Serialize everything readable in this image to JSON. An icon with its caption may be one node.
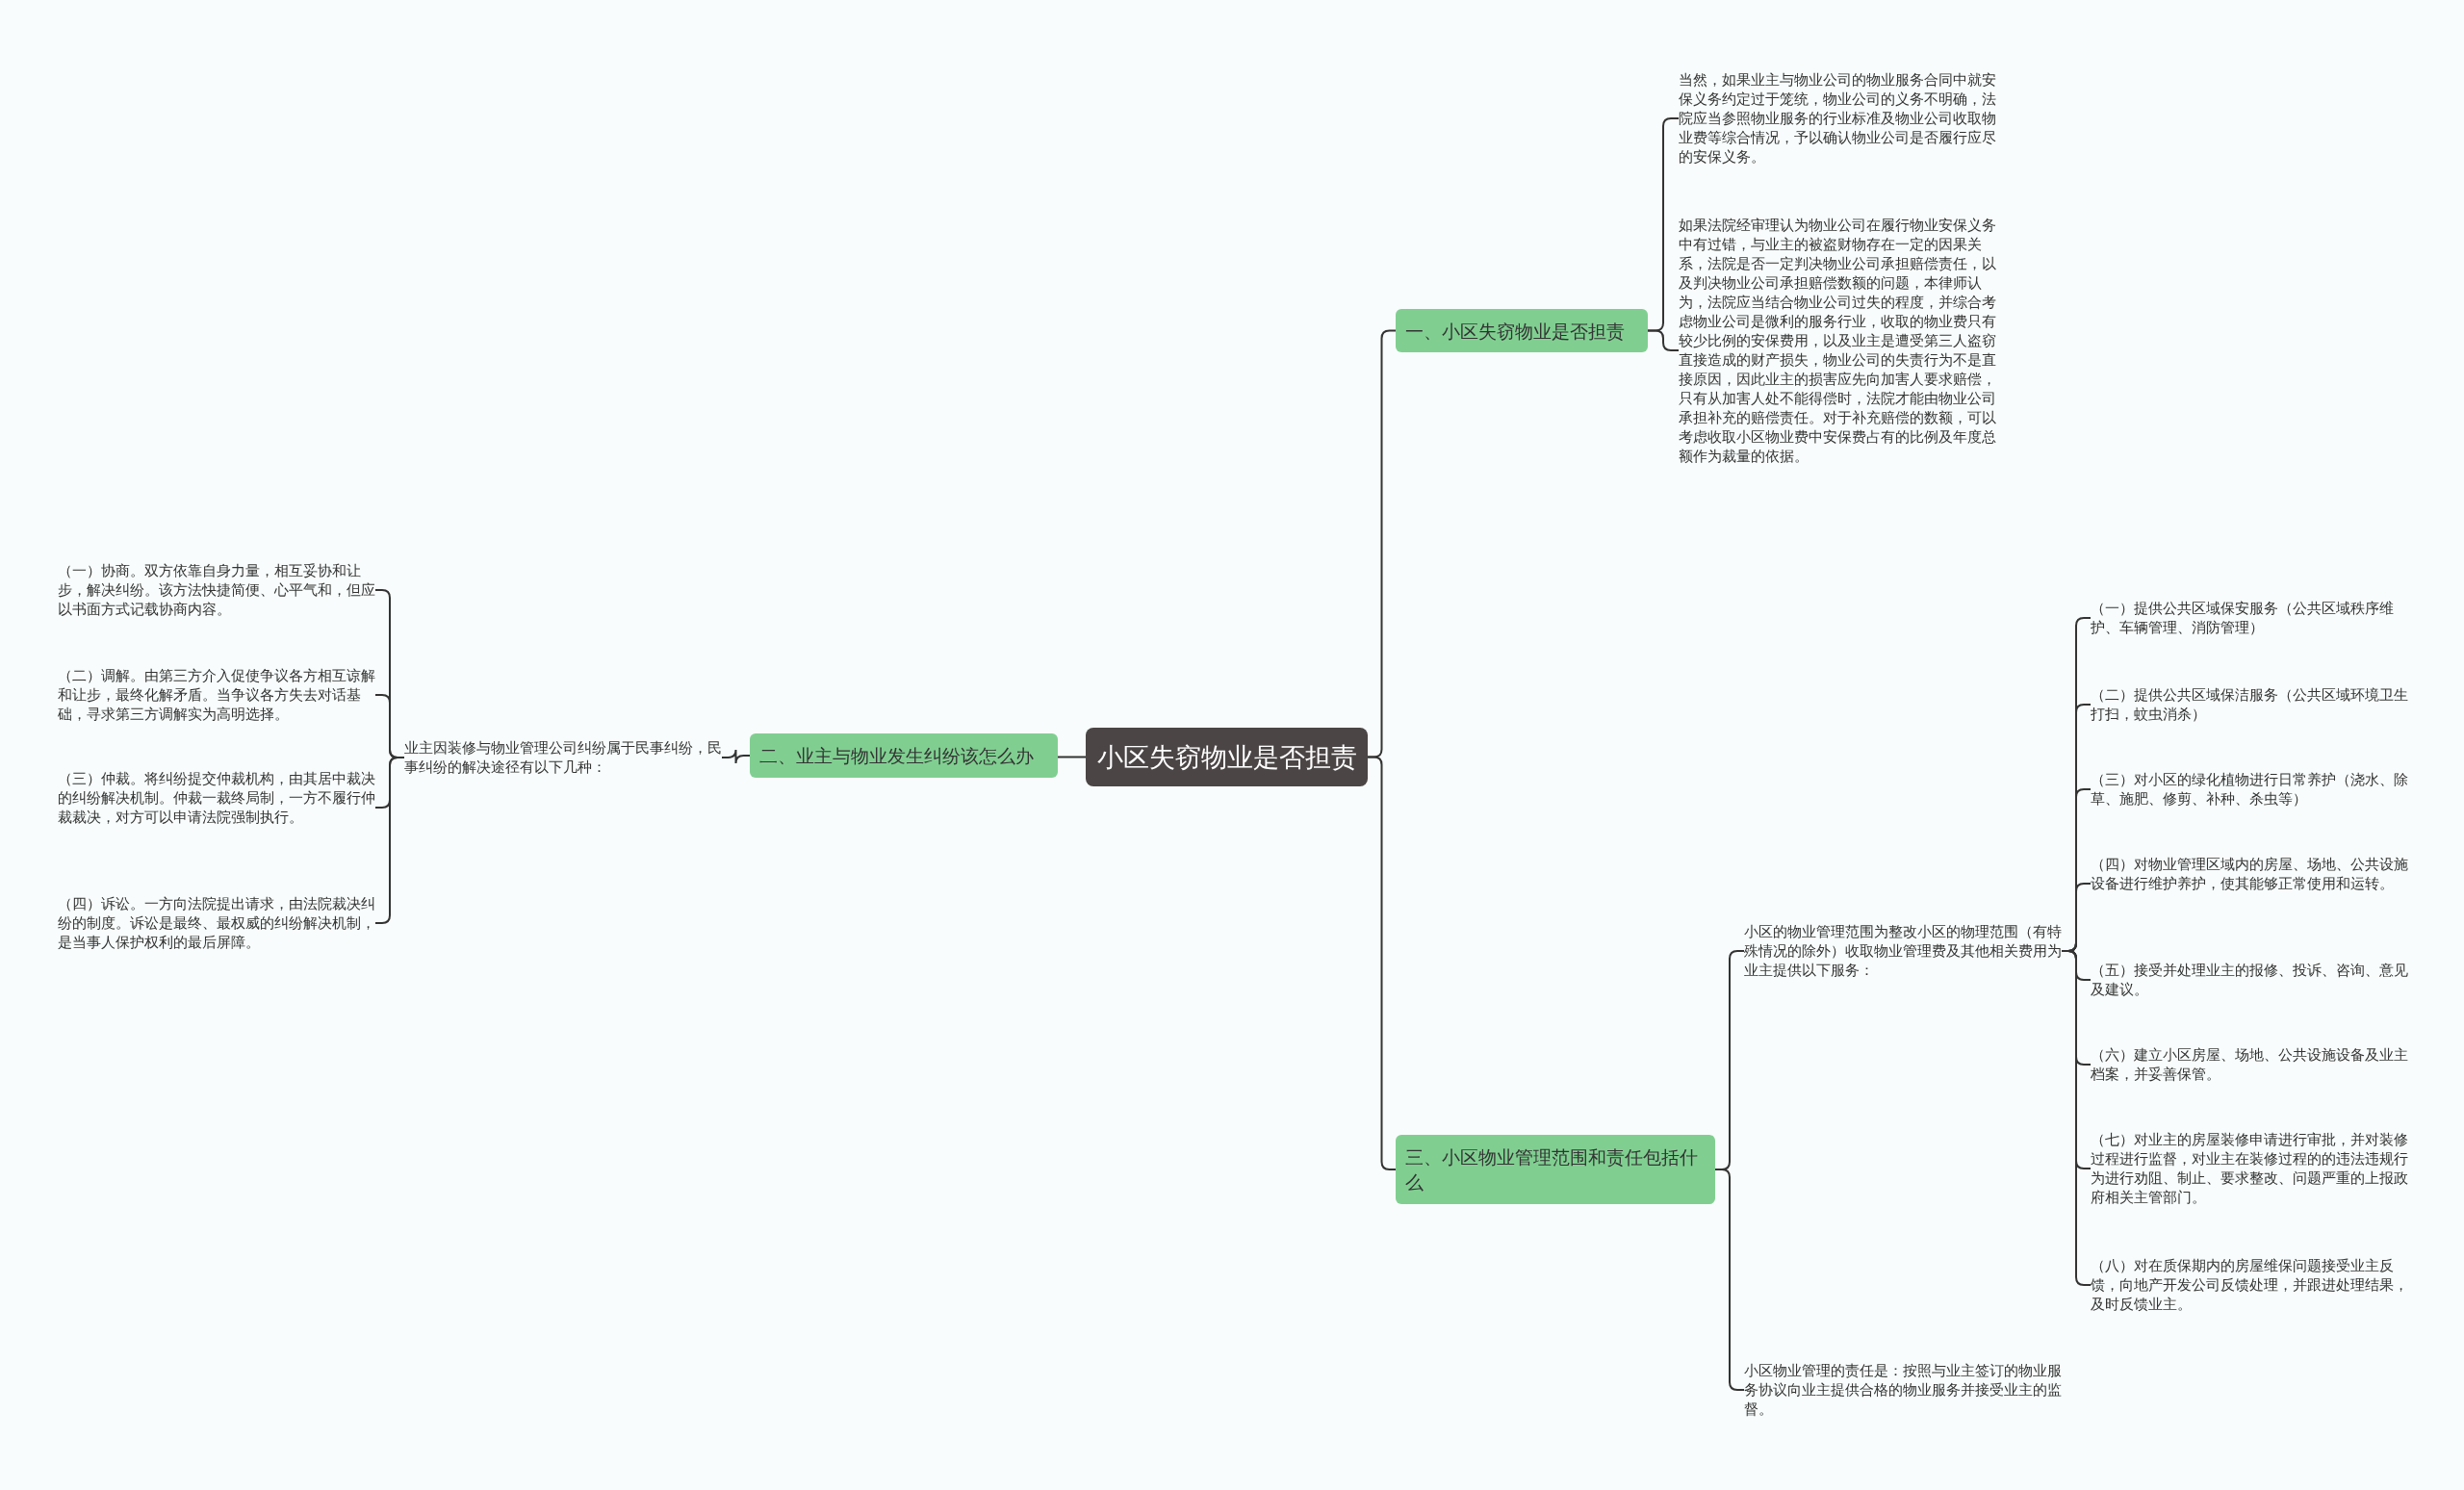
{
  "diagram": {
    "nodes": [
      {
        "text": [
          "小区失窃物业是否担责"
        ]
      },
      {
        "text": [
          "一、小区失窃物业是否担责"
        ]
      },
      {
        "text": [
          "当然，如果业主与物业公司的物业服务合同中就安保义务约定过于笼统，物业公司的义务不明确，法院应当参照物业服务的行业标准及物业公司收取物业费等综合情况，予以确认物业公司是否履行应尽的安保义务。"
        ]
      },
      {
        "text": [
          "如果法院经审理认为物业公司在履行物业安保义务中有过错，与业主的被盗财物存在一定的因果关系，法院是否一定判决物业公司承担赔偿责任，以及判决物业公司承担赔偿数额的问题，本律师认为，法院应当结合物业公司过失的程度，并综合考虑物业公司是微利的服务行业，收取的物业费只有较少比例的安保费用，以及业主是遭受第三人盗窃直接造成的财产损失，物业公司的失责行为不是直接原因，因此业主的损害应先向加害人要求赔偿，只有从加害人处不能得偿时，法院才能由物业公司承担补充的赔偿责任。对于补充赔偿的数额，可以考虑收取小区物业费中安保费占有的比例及年度总额作为裁量的依据。"
        ]
      },
      {
        "text": [
          "二、业主与物业发生纠纷该怎么办"
        ]
      },
      {
        "text": [
          "业主因装修与物业管理公司纠纷属于民事纠纷，民事纠纷的解决途径有以下几种："
        ]
      },
      {
        "text": [
          "（一）协商。双方依靠自身力量，相互妥协和让步，解决纠纷。该方法快捷简便、心平气和，但应以书面方式记载协商内容。"
        ]
      },
      {
        "text": [
          "（二）调解。由第三方介入促使争议各方相互谅解和让步，最终化解矛盾。当争议各方失去对话基础，寻求第三方调解实为高明选择。"
        ]
      },
      {
        "text": [
          "（三）仲裁。将纠纷提交仲裁机构，由其居中裁决的纠纷解决机制。仲裁一裁终局制，一方不履行仲裁裁决，对方可以申请法院强制执行。"
        ]
      },
      {
        "text": [
          "（四）诉讼。一方向法院提出请求，由法院裁决纠纷的制度。诉讼是最终、最权威的纠纷解决机制，是当事人保护权利的最后屏障。"
        ]
      },
      {
        "text": [
          "三、小区物业管理范围和责任包括什么"
        ]
      },
      {
        "text": [
          "小区的物业管理范围为整改小区的物理范围（有特殊情况的除外）收取物业管理费及其他相关费用为业主提供以下服务："
        ]
      },
      {
        "text": [
          "（一）提供公共区域保安服务（公共区域秩序维护、车辆管理、消防管理）"
        ]
      },
      {
        "text": [
          "（二）提供公共区域保洁服务（公共区域环境卫生打扫，蚊虫消杀）"
        ]
      },
      {
        "text": [
          "（三）对小区的绿化植物进行日常养护（浇水、除草、施肥、修剪、补种、杀虫等）"
        ]
      },
      {
        "text": [
          "（四）对物业管理区域内的房屋、场地、公共设施设备进行维护养护，使其能够正常使用和运转。"
        ]
      },
      {
        "text": [
          "（五）接受并处理业主的报修、投诉、咨询、意见及建议。"
        ]
      },
      {
        "text": [
          "（六）建立小区房屋、场地、公共设施设备及业主档案，并妥善保管。"
        ]
      },
      {
        "text": [
          "（七）对业主的房屋装修申请进行审批，并对装修过程进行监督，对业主在装修过程的的违法违规行为进行劝阻、制止、要求整改、问题严重的上报政府相关主管部门。"
        ]
      },
      {
        "text": [
          "（八）对在质保期内的房屋维保问题接受业主反馈，向地产开发公司反馈处理，并跟进处理结果，及时反馈业主。"
        ]
      },
      {
        "text": [
          "小区物业管理的责任是：按照与业主签订的物业服务协议向业主提供合格的物业服务并接受业主的监督。"
        ]
      }
    ],
    "edges": [
      {
        "from": 0,
        "to": 1,
        "arrow": "none"
      },
      {
        "from": 1,
        "to": 2,
        "arrow": "none"
      },
      {
        "from": 1,
        "to": 3,
        "arrow": "none"
      },
      {
        "from": 0,
        "to": 4,
        "arrow": "none"
      },
      {
        "from": 4,
        "to": 5,
        "arrow": "none"
      },
      {
        "from": 5,
        "to": 6,
        "arrow": "none"
      },
      {
        "from": 5,
        "to": 7,
        "arrow": "none"
      },
      {
        "from": 5,
        "to": 8,
        "arrow": "none"
      },
      {
        "from": 5,
        "to": 9,
        "arrow": "none"
      },
      {
        "from": 0,
        "to": 10,
        "arrow": "none"
      },
      {
        "from": 10,
        "to": 11,
        "arrow": "none"
      },
      {
        "from": 11,
        "to": 12,
        "arrow": "none"
      },
      {
        "from": 11,
        "to": 13,
        "arrow": "none"
      },
      {
        "from": 11,
        "to": 14,
        "arrow": "none"
      },
      {
        "from": 11,
        "to": 15,
        "arrow": "none"
      },
      {
        "from": 11,
        "to": 16,
        "arrow": "none"
      },
      {
        "from": 11,
        "to": 17,
        "arrow": "none"
      },
      {
        "from": 11,
        "to": 18,
        "arrow": "none"
      },
      {
        "from": 11,
        "to": 19,
        "arrow": "none"
      },
      {
        "from": 10,
        "to": 20,
        "arrow": "none"
      }
    ]
  }
}
